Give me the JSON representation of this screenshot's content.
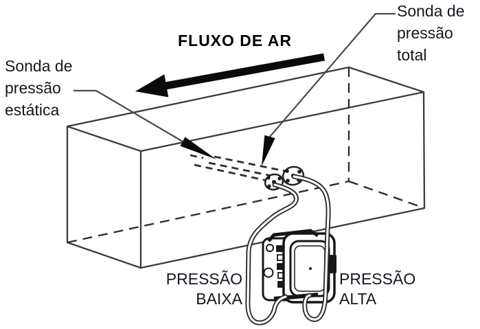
{
  "diagram": {
    "background": "#ffffff",
    "colors": {
      "line": "#3b3b3b",
      "hidden_line": "#2e2e2e",
      "arrow": "#0a0a0a",
      "text": "#161620",
      "leader": "#4a4a4a",
      "tube_outline": "#2b2b2b",
      "device": "#161616",
      "bg": "#ffffff"
    },
    "airflow": {
      "label": "FLUXO DE AR"
    },
    "static_probe_label": {
      "lines": [
        "Sonda de",
        "pressão",
        "estática"
      ]
    },
    "total_probe_label": {
      "lines": [
        "Sonda de",
        "pressão",
        "total"
      ]
    },
    "low_pressure_label": {
      "lines": [
        "PRESSÃO",
        "BAIXA"
      ]
    },
    "high_pressure_label": {
      "lines": [
        "PRESSÃO",
        "ALTA"
      ]
    }
  }
}
